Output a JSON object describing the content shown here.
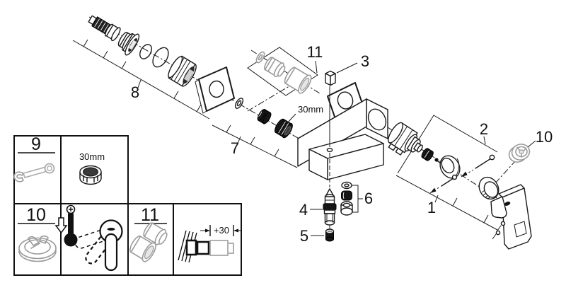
{
  "colors": {
    "line": "#1a1a1a",
    "grey_part": "#9b9b9b",
    "black_fill": "#161616",
    "background": "#ffffff"
  },
  "diagram": {
    "callouts": {
      "c1": "1",
      "c2": "2",
      "c3": "3",
      "c4": "4",
      "c5": "5",
      "c6": "6",
      "c7": "7",
      "c8": "8",
      "c10": "10",
      "c11": "11"
    },
    "labels": {
      "nut_size": "30mm"
    }
  },
  "legend": {
    "wrench_cell": {
      "number": "9"
    },
    "nut_cell": {
      "size": "30mm"
    },
    "limiter_cell": {
      "number": "10"
    },
    "extension_cell": {
      "number": "11"
    },
    "mounting_cell": {
      "dimension": "+30"
    }
  }
}
